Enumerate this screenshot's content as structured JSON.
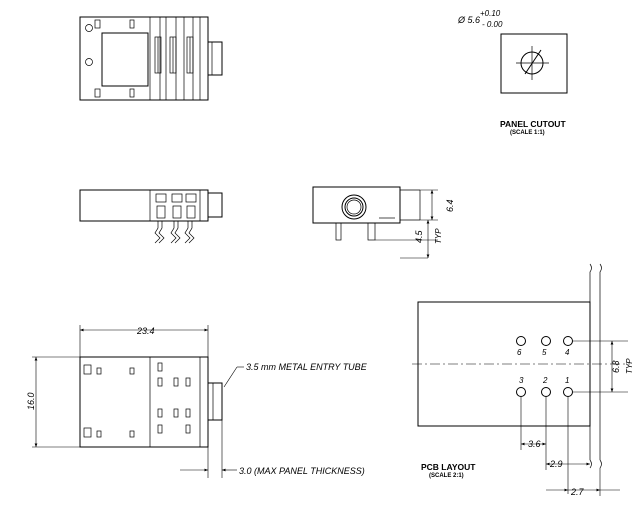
{
  "panel_cutout": {
    "diameter": "Ø 5.6",
    "tol_plus": "+0.10",
    "tol_minus": "- 0.00",
    "title": "PANEL CUTOUT",
    "scale": "(SCALE 1:1)"
  },
  "side_view": {
    "dim_total": "6.4",
    "dim_typ": "4.5",
    "typ": "TYP"
  },
  "bottom_view": {
    "dim_length": "23.4",
    "dim_height": "16.0",
    "callout_tube": "3.5 mm METAL ENTRY TUBE",
    "callout_panel": "3.0 (MAX PANEL THICKNESS)"
  },
  "pcb_layout": {
    "title": "PCB LAYOUT",
    "scale": "(SCALE 2:1)",
    "pins_top": [
      "6",
      "5",
      "4"
    ],
    "pins_bottom": [
      "3",
      "2",
      "1"
    ],
    "dim_pitch": "3.6",
    "dim_offset": "2.9",
    "dim_edge": "2.7",
    "dim_row": "6.8",
    "typ": "TYP"
  }
}
